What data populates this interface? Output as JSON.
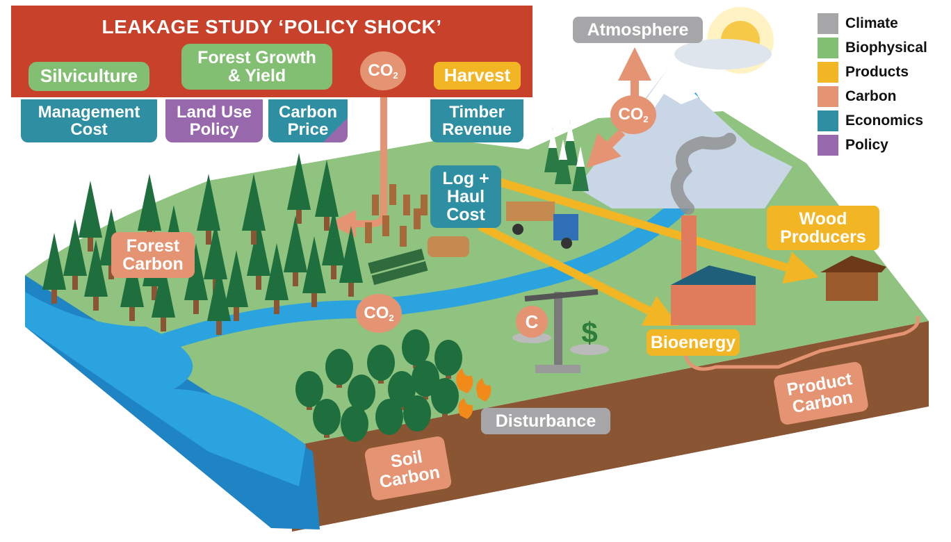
{
  "title": "LEAKAGE STUDY ‘POLICY SHOCK’",
  "labels": {
    "silviculture": "Silviculture",
    "growth_line1": "Forest Growth",
    "growth_line2": "& Yield",
    "harvest": "Harvest",
    "mgmt_line1": "Management",
    "mgmt_line2": "Cost",
    "landuse_line1": "Land Use",
    "landuse_line2": "Policy",
    "carbonprice_line1": "Carbon",
    "carbonprice_line2": "Price",
    "timber_line1": "Timber",
    "timber_line2": "Revenue",
    "atmosphere": "Atmosphere",
    "log_line1": "Log +",
    "log_line2": "Haul",
    "log_line3": "Cost",
    "forest_carbon_line1": "Forest",
    "forest_carbon_line2": "Carbon",
    "wood_line1": "Wood",
    "wood_line2": "Producers",
    "bioenergy": "Bioenergy",
    "disturbance": "Disturbance",
    "soil_line1": "Soil",
    "soil_line2": "Carbon",
    "product_line1": "Product",
    "product_line2": "Carbon",
    "co2_main": "CO",
    "co2_sub": "2",
    "scale_c": "C",
    "scale_dollar": "$"
  },
  "legend": [
    {
      "label": "Climate",
      "color": "#a6a6a8"
    },
    {
      "label": "Biophysical",
      "color": "#82bf73"
    },
    {
      "label": "Products",
      "color": "#f2b524"
    },
    {
      "label": "Carbon",
      "color": "#e59473"
    },
    {
      "label": "Economics",
      "color": "#2e8ea2"
    },
    {
      "label": "Policy",
      "color": "#9868ad"
    }
  ],
  "colors": {
    "banner": "#c8412b",
    "ground": "#8fc37f",
    "water": "#2aa3df",
    "soil": "#8a5532",
    "arrow_products": "#f2b524",
    "arrow_carbon": "#e59473"
  }
}
